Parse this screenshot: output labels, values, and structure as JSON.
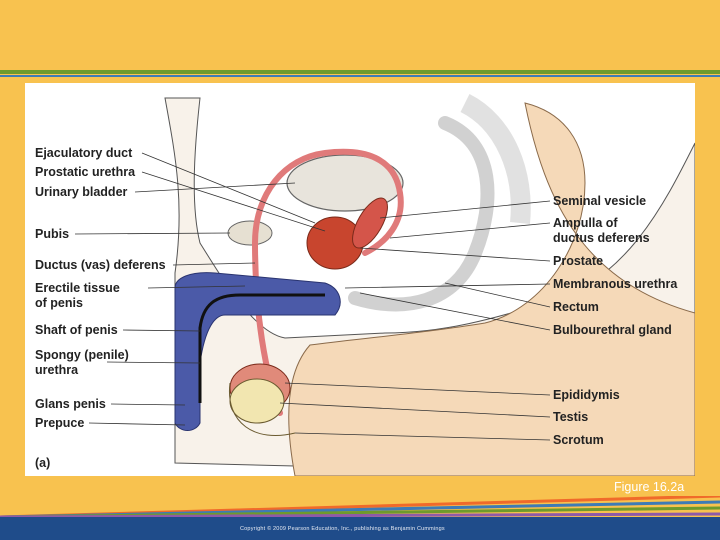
{
  "labels_left": [
    "Ejaculatory duct",
    "Prostatic urethra",
    "Urinary bladder",
    "Pubis",
    "Ductus (vas) deferens",
    "Erectile tissue",
    "of penis",
    "Shaft of penis",
    "Spongy (penile)",
    "urethra",
    "Glans penis",
    "Prepuce"
  ],
  "labels_right": [
    "Seminal vesicle",
    "Ampulla of",
    "ductus deferens",
    "Prostate",
    "Membranous urethra",
    "Rectum",
    "Bulbourethral gland",
    "Epididymis",
    "Testis",
    "Scrotum"
  ],
  "panel_letter": "(a)",
  "figure_caption": "Figure 16.2a",
  "copyright": "Copyright © 2009 Pearson Education, Inc., publishing as Benjamin Cummings",
  "colors": {
    "background": "#F8C24F",
    "skin": "#F5D9B8",
    "erectile_tissue": "#4B5AA8",
    "ductus": "#E07A7A",
    "prostate": "#C8452E",
    "testis": "#F2E6B0",
    "footer": "#1F4C8A"
  }
}
